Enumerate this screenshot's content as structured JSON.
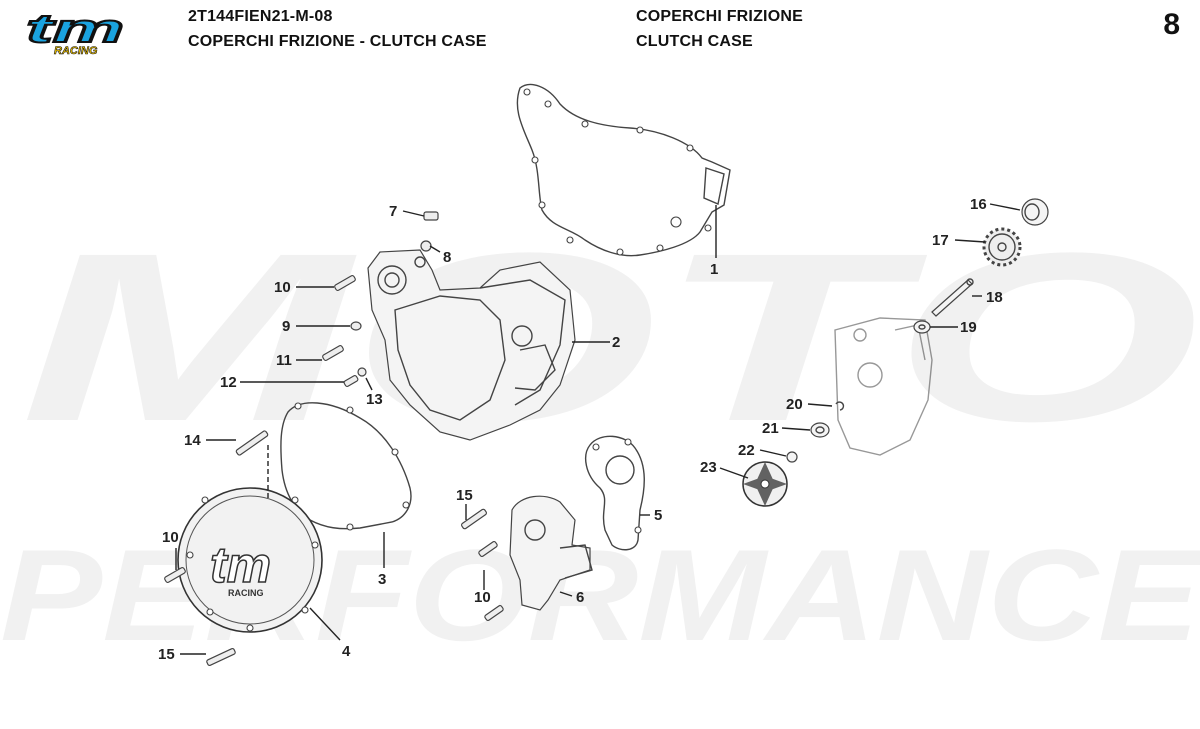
{
  "header": {
    "code": "2T144FIEN21-M-08",
    "title_combined": "COPERCHI FRIZIONE - CLUTCH CASE",
    "title_it": "COPERCHI FRIZIONE",
    "title_en": "CLUTCH CASE",
    "page_number": "8"
  },
  "logo": {
    "brand": "tm",
    "sub": "RACING",
    "colors": {
      "main": "#1aa3e0",
      "outline": "#111111",
      "sub": "#f2c500"
    }
  },
  "watermark": {
    "line1": "MOTO",
    "line2": "PERFORMANCE"
  },
  "cover_logo": {
    "brand": "tm",
    "sub": "RACING"
  },
  "callouts": [
    "1",
    "2",
    "3",
    "4",
    "5",
    "6",
    "7",
    "8",
    "9",
    "10",
    "11",
    "12",
    "13",
    "14",
    "15",
    "15",
    "10",
    "10",
    "16",
    "17",
    "18",
    "19",
    "20",
    "21",
    "22",
    "23"
  ]
}
